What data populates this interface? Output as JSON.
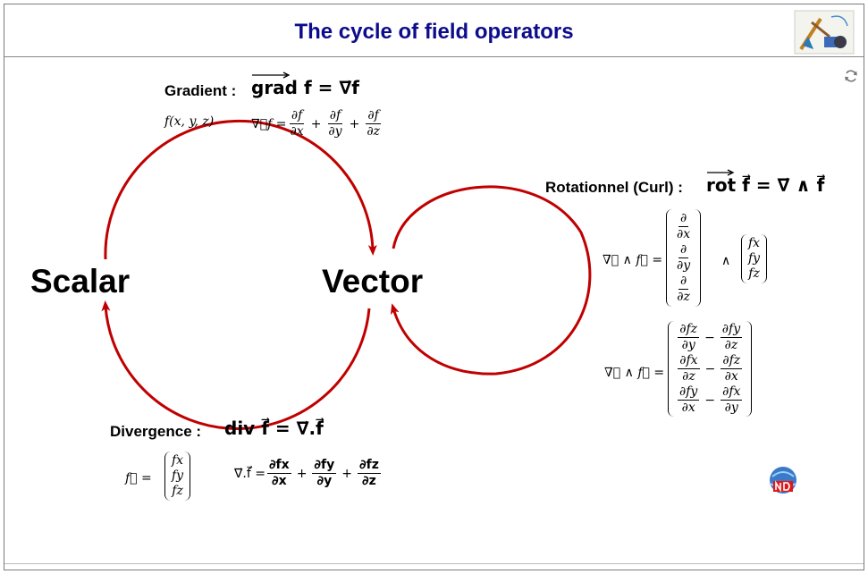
{
  "header": {
    "title": "The cycle of field operators"
  },
  "nodes": {
    "scalar": "Scalar",
    "vector": "Vector"
  },
  "gradient": {
    "label": "Gradient :",
    "op": "grad",
    "formula_tail": "f = ∇⃗f",
    "function": "f(x, y, z)",
    "lhs": "∇⃗f =",
    "terms": [
      {
        "num": "∂f",
        "den": "∂x"
      },
      {
        "num": "∂f",
        "den": "∂y"
      },
      {
        "num": "∂f",
        "den": "∂z"
      }
    ]
  },
  "curl": {
    "label": "Rotationnel (Curl) :",
    "op": "rot",
    "formula_tail": "f⃗ = ∇⃗ ∧ f⃗",
    "lhs": "∇⃗ ∧ f⃗ =",
    "nabla_vector": [
      {
        "num": "∂",
        "den": "∂x"
      },
      {
        "num": "∂",
        "den": "∂y"
      },
      {
        "num": "∂",
        "den": "∂z"
      }
    ],
    "wedge": "∧",
    "field_vector": [
      "fx",
      "fy",
      "fz"
    ],
    "lhs2": "∇⃗ ∧ f⃗ =",
    "result_rows": [
      {
        "a_num": "∂fz",
        "a_den": "∂y",
        "minus": "−",
        "b_num": "∂fy",
        "b_den": "∂z"
      },
      {
        "a_num": "∂fx",
        "a_den": "∂z",
        "minus": "−",
        "b_num": "∂fz",
        "b_den": "∂x"
      },
      {
        "a_num": "∂fy",
        "a_den": "∂x",
        "minus": "−",
        "b_num": "∂fx",
        "b_den": "∂y"
      }
    ]
  },
  "divergence": {
    "label": "Divergence :",
    "op": "div",
    "formula_tail": "f⃗ = ∇⃗.f⃗",
    "lhs": "f⃗ =",
    "field_vector": [
      "fx",
      "fy",
      "fz"
    ],
    "lhs2": "∇⃗.f⃗ =",
    "terms": [
      {
        "num": "∂fx",
        "den": "∂x"
      },
      {
        "num": "∂fy",
        "den": "∂y"
      },
      {
        "num": "∂fz",
        "den": "∂z"
      }
    ]
  },
  "colors": {
    "title": "#0c0c8c",
    "arrow": "#c00000"
  },
  "icons": [
    "logo-icon",
    "refresh-icon",
    "nd-logo-icon"
  ]
}
